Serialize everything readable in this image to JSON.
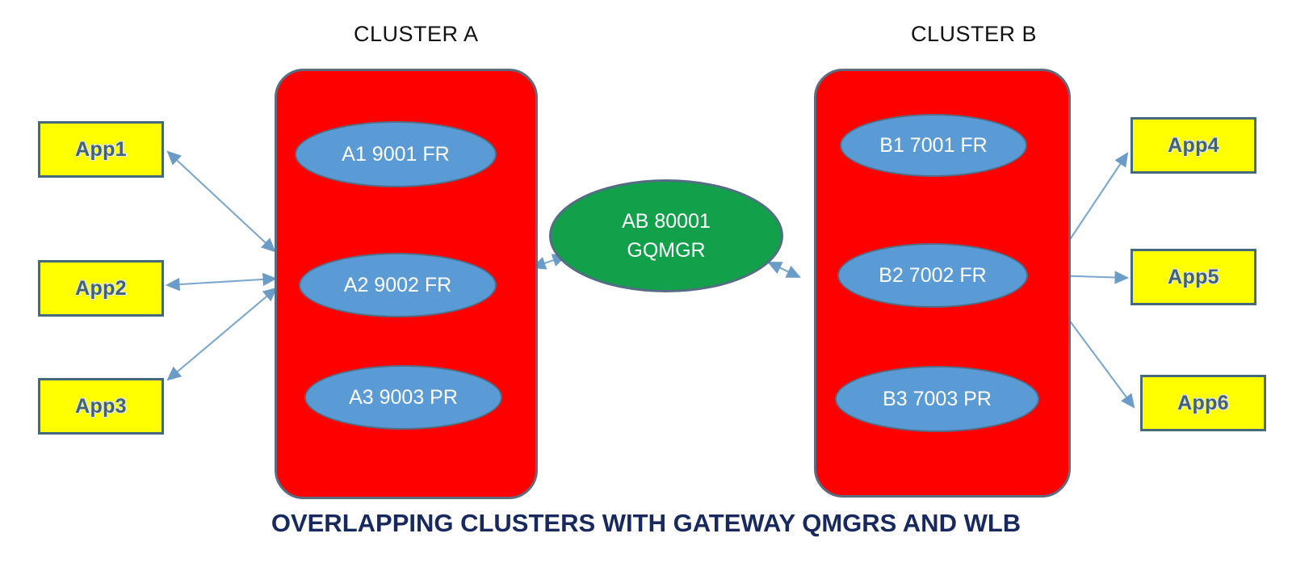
{
  "diagram": {
    "title": "OVERLAPPING CLUSTERS WITH GATEWAY QMGRS AND WLB",
    "background_color": "#ffffff"
  },
  "colors": {
    "cluster_fill": "#fe0000",
    "cluster_border": "#5b6b80",
    "qmgr_fill": "#5b9bd5",
    "qmgr_border": "#556c85",
    "gateway_fill": "#13a04b",
    "gateway_border": "#556c85",
    "app_fill": "#ffff00",
    "app_border": "#46697e",
    "app_text": "#44636f",
    "arrow": "#6b9bc7",
    "title_text": "#17295e",
    "heading_text": "#111111"
  },
  "clusters": [
    {
      "id": "cluster-a",
      "heading": "CLUSTER A",
      "qmgrs": [
        {
          "id": "a1",
          "label": "A1 9001 FR"
        },
        {
          "id": "a2",
          "label": "A2 9002 FR"
        },
        {
          "id": "a3",
          "label": "A3 9003 PR"
        }
      ]
    },
    {
      "id": "cluster-b",
      "heading": "CLUSTER B",
      "qmgrs": [
        {
          "id": "b1",
          "label": "B1 7001 FR"
        },
        {
          "id": "b2",
          "label": "B2 7002 FR"
        },
        {
          "id": "b3",
          "label": "B3 7003 PR"
        }
      ]
    }
  ],
  "gateway": {
    "line1": "AB 80001",
    "line2": "GQMGR"
  },
  "apps": {
    "left": [
      {
        "id": "app1",
        "label": "App1"
      },
      {
        "id": "app2",
        "label": "App2"
      },
      {
        "id": "app3",
        "label": "App3"
      }
    ],
    "right": [
      {
        "id": "app4",
        "label": "App4"
      },
      {
        "id": "app5",
        "label": "App5"
      },
      {
        "id": "app6",
        "label": "App6"
      }
    ]
  },
  "connections": [
    {
      "from": "app1",
      "to": "cluster-a",
      "style": "double-arrow"
    },
    {
      "from": "app2",
      "to": "cluster-a",
      "style": "double-arrow"
    },
    {
      "from": "app3",
      "to": "cluster-a",
      "style": "double-arrow"
    },
    {
      "from": "cluster-a",
      "to": "gateway",
      "style": "double-arrow"
    },
    {
      "from": "gateway",
      "to": "cluster-b",
      "style": "double-arrow"
    },
    {
      "from": "cluster-b",
      "to": "app4",
      "style": "double-arrow"
    },
    {
      "from": "cluster-b",
      "to": "app5",
      "style": "double-arrow"
    },
    {
      "from": "cluster-b",
      "to": "app6",
      "style": "double-arrow"
    }
  ]
}
